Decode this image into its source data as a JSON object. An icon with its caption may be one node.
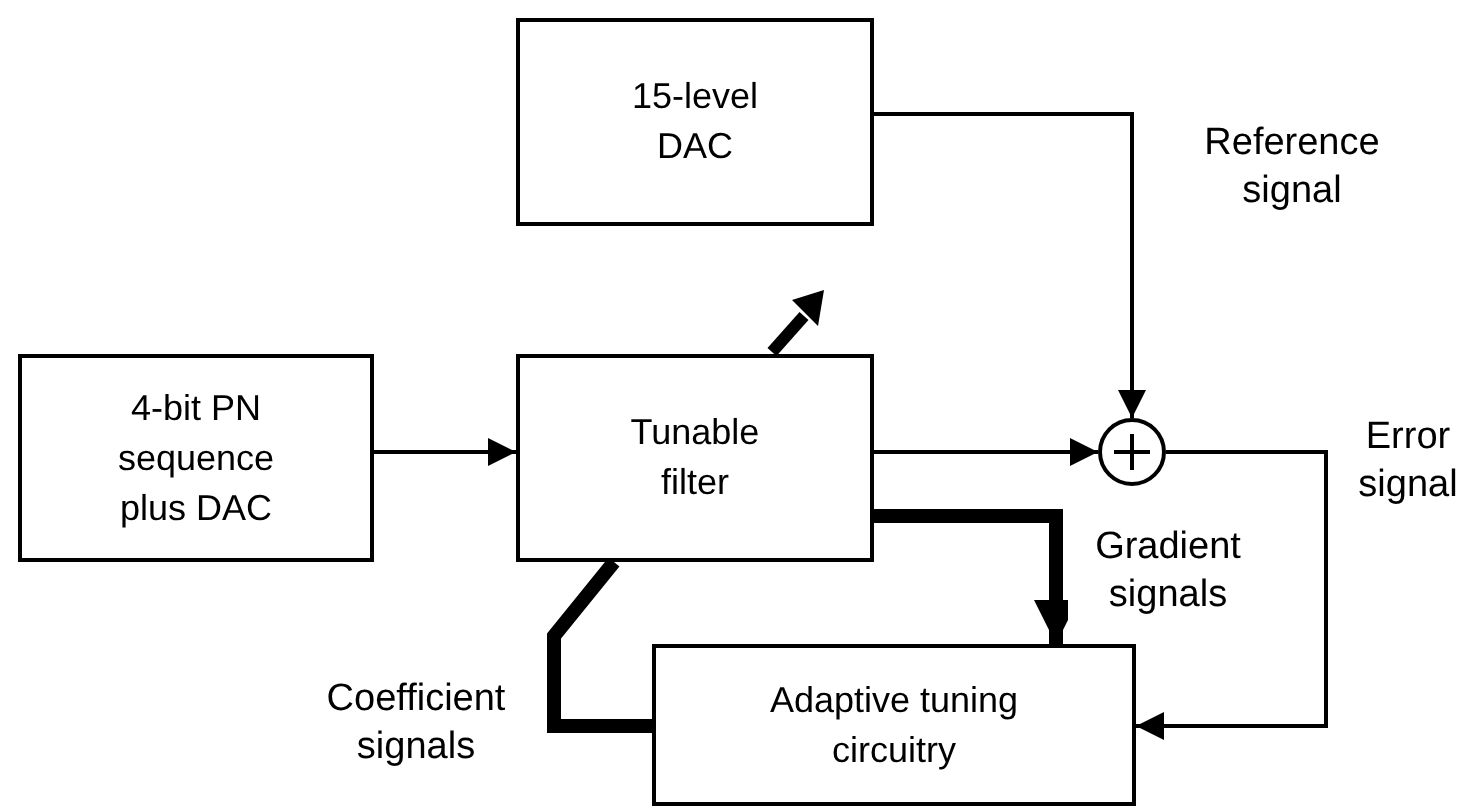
{
  "diagram": {
    "nodes": [
      {
        "text": [
          "15-level DAC"
        ]
      },
      {
        "text": [
          "4-bit PN sequence plus DAC"
        ]
      },
      {
        "text": [
          "Tunable filter"
        ]
      },
      {
        "text": [],
        "shape": "circle"
      },
      {
        "text": [
          "Adaptive tuning circuitry"
        ]
      }
    ],
    "edges": [
      {
        "from": 0,
        "to": 3,
        "arrow": "to",
        "label": "Reference signal"
      },
      {
        "from": 1,
        "to": 2,
        "arrow": "to"
      },
      {
        "from": 2,
        "to": 3,
        "arrow": "to"
      },
      {
        "from": 3,
        "to": 4,
        "arrow": "to",
        "label": "Error signal"
      },
      {
        "from": 2,
        "to": 4,
        "arrow": "to",
        "style": "thick",
        "label": "Gradient signals"
      },
      {
        "from": 4,
        "to": 2,
        "arrow": "none",
        "style": "thick",
        "label": "Coefficient signals"
      }
    ]
  }
}
